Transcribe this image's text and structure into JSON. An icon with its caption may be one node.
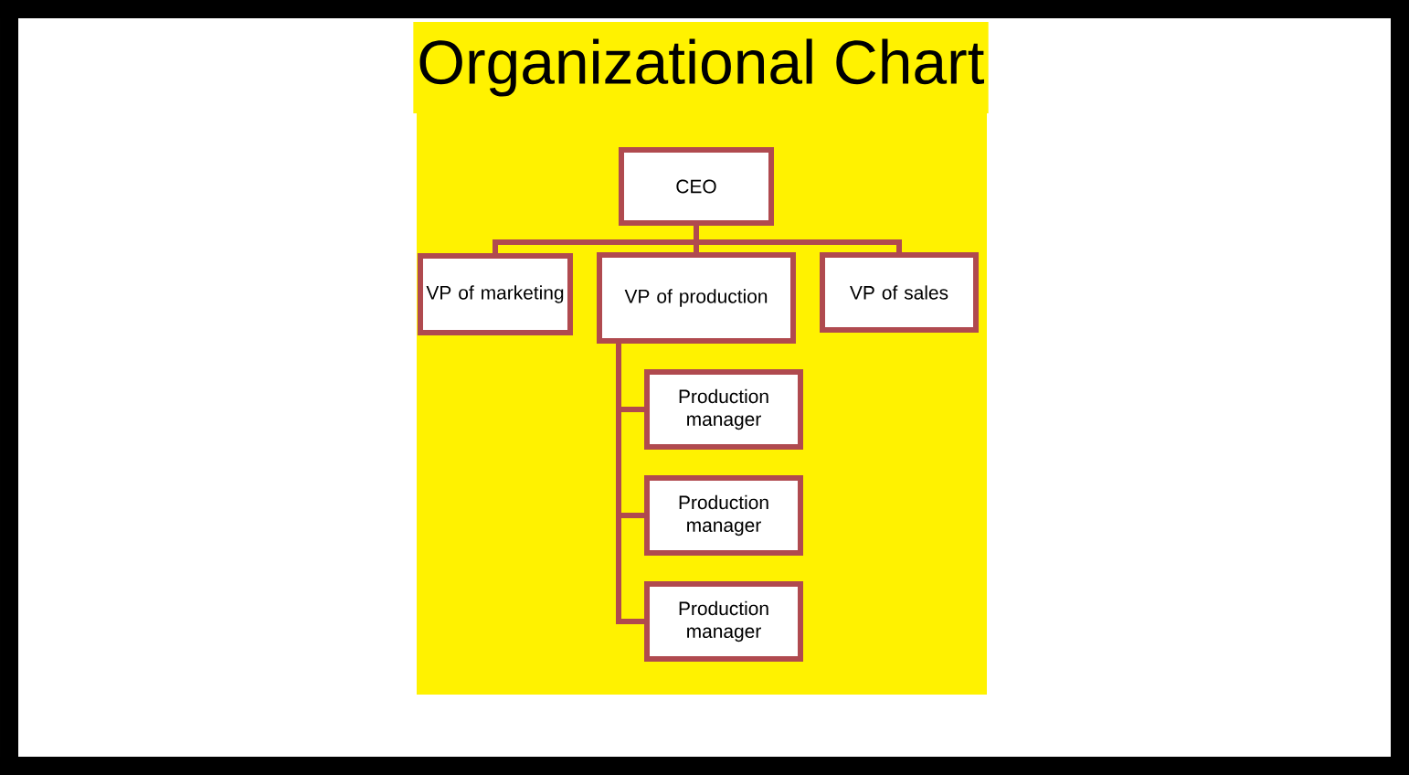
{
  "diagram": {
    "title": "Organizational Chart",
    "nodes": [
      {
        "text": [
          "CEO"
        ]
      },
      {
        "text": [
          "VP of marketing"
        ]
      },
      {
        "text": [
          "VP of production"
        ]
      },
      {
        "text": [
          "VP of sales"
        ]
      },
      {
        "text": [
          "Production manager"
        ]
      },
      {
        "text": [
          "Production manager"
        ]
      },
      {
        "text": [
          "Production manager"
        ]
      }
    ],
    "edges": [
      {
        "from": 0,
        "to": 1,
        "arrow": "none"
      },
      {
        "from": 0,
        "to": 2,
        "arrow": "none"
      },
      {
        "from": 0,
        "to": 3,
        "arrow": "none"
      },
      {
        "from": 2,
        "to": 4,
        "arrow": "none"
      },
      {
        "from": 2,
        "to": 5,
        "arrow": "none"
      },
      {
        "from": 2,
        "to": 6,
        "arrow": "none"
      }
    ]
  }
}
